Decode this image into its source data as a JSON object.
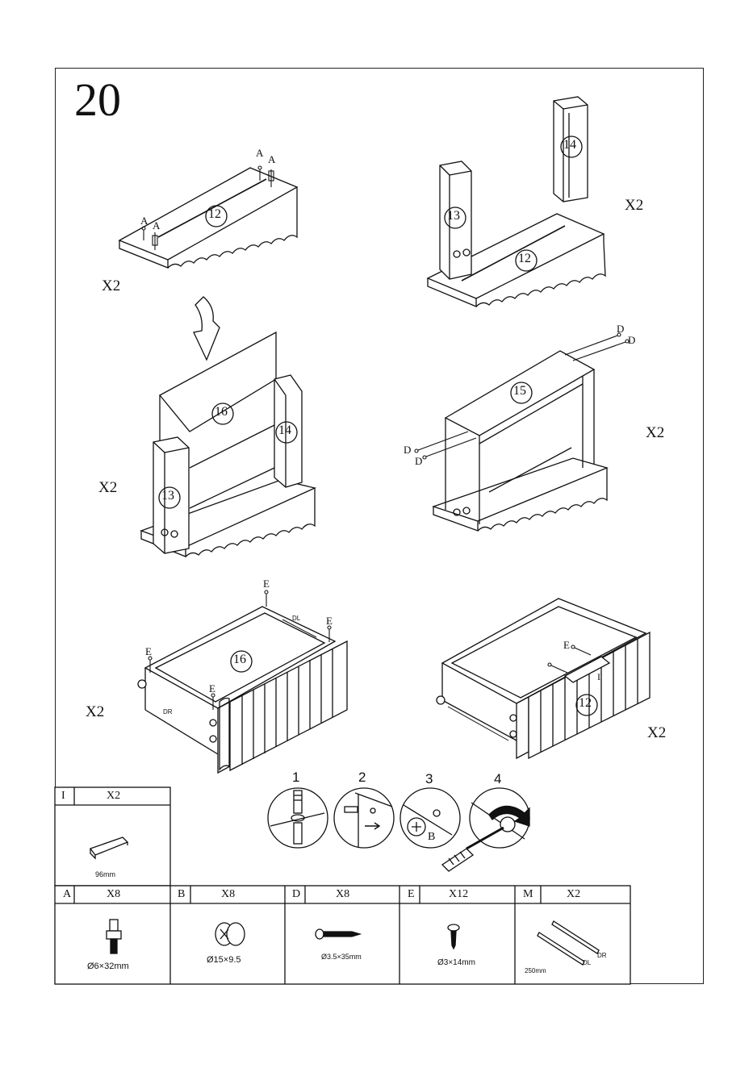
{
  "step_number": "20",
  "multipliers": {
    "top_left": "X2",
    "top_right": "X2",
    "mid_left": "X2",
    "mid_right": "X2",
    "bottom_left": "X2",
    "bottom_right": "X2"
  },
  "part_labels": {
    "p12a": "12",
    "p12b": "12",
    "p13a": "13",
    "p14a": "14",
    "p16a": "16",
    "p13b": "13",
    "p14b": "14",
    "p15": "15",
    "p16b": "16",
    "p12c": "12"
  },
  "hardware_letters": {
    "a1": "A",
    "a2": "A",
    "a3": "A",
    "a4": "A",
    "d1": "D",
    "d2": "D",
    "d3": "D",
    "d4": "D",
    "e1": "E",
    "e2": "E",
    "e3": "E",
    "e4": "E",
    "e5": "E",
    "i1": "I",
    "b1": "B"
  },
  "drawer_marks": {
    "dl": "DL",
    "dr": "DR"
  },
  "cam_steps": [
    "1",
    "2",
    "3",
    "4"
  ],
  "parts_table": {
    "handle": {
      "code": "I",
      "qty": "X2",
      "size": "96mm"
    },
    "rows": [
      {
        "code": "A",
        "qty": "X8",
        "size": "Ø6×32mm"
      },
      {
        "code": "B",
        "qty": "X8",
        "size": "Ø15×9.5"
      },
      {
        "code": "D",
        "qty": "X8",
        "size": "Ø3.5×35mm"
      },
      {
        "code": "E",
        "qty": "X12",
        "size": "Ø3×14mm"
      },
      {
        "code": "M",
        "qty": "X2",
        "size": "250mm",
        "marks": [
          "DR",
          "DL"
        ]
      }
    ]
  }
}
